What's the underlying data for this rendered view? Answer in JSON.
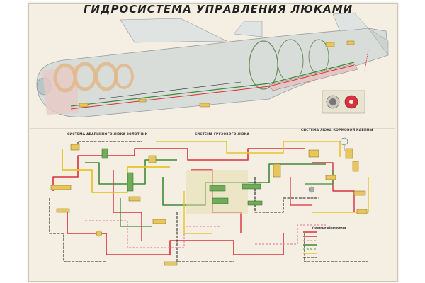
{
  "poster": {
    "title": "ГИДРОСИСТЕМА УПРАВЛЕНИЯ ЛЮКАМИ",
    "sections": [
      "СИСТЕМА АВАРИЙНОГО ЛЮКА ЗОЛОТНИК",
      "СИСТЕМА ГРУЗОВОГО ЛЮКА",
      "СИСТЕМА ЛЮКА КОРМОВОЙ КАБИНЫ"
    ],
    "legend_title": "Условные обозначения"
  },
  "colors": {
    "paper": "#f4efe2",
    "pressure": "#d8303c",
    "drain": "#3f8a35",
    "return": "#e3c52a",
    "suction": "#222222",
    "fuselage": "#cfd6d4",
    "component": "#e8c65a"
  }
}
